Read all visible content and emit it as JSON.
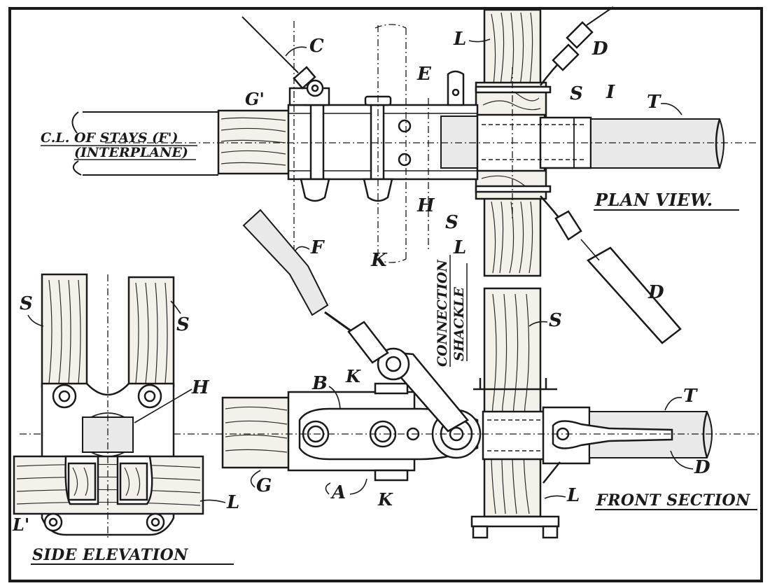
{
  "views": {
    "plan": "PLAN VIEW.",
    "front": "FRONT SECTION",
    "side": "SIDE ELEVATION"
  },
  "notes": {
    "stays_line1": "C.L. OF STAYS (F')",
    "stays_line2": "(INTERPLANE)",
    "connection_line1": "CONNECTION",
    "connection_line2": "SHACKLE"
  },
  "labels": {
    "C": "C",
    "G2": "G'",
    "E": "E",
    "L": "L",
    "D": "D",
    "S": "S",
    "I": "I",
    "T": "T",
    "H": "H",
    "K": "K",
    "F": "F",
    "B": "B",
    "A": "A",
    "G": "G",
    "L2": "L'"
  },
  "colors": {
    "ink": "#1a1a1a",
    "paper": "#ffffff",
    "wood": "#f3f1ea"
  }
}
